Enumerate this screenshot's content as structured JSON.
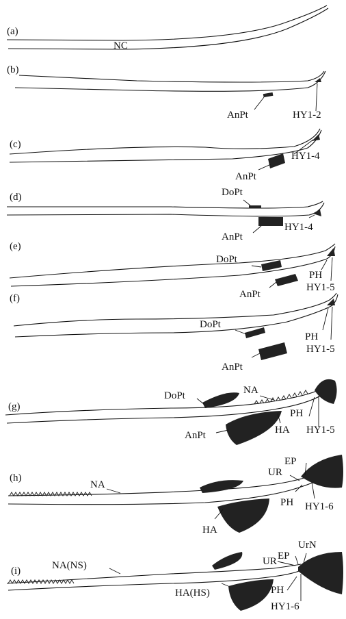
{
  "panels": [
    {
      "id": "a",
      "letter": "(a)",
      "labels": {
        "nc": "NC"
      }
    },
    {
      "id": "b",
      "letter": "(b)",
      "labels": {
        "anpt": "AnPt",
        "hy": "HY1-2"
      }
    },
    {
      "id": "c",
      "letter": "(c)",
      "labels": {
        "anpt": "AnPt",
        "hy": "HY1-4"
      }
    },
    {
      "id": "d",
      "letter": "(d)",
      "labels": {
        "dopt": "DoPt",
        "anpt": "AnPt",
        "hy": "HY1-4"
      }
    },
    {
      "id": "e",
      "letter": "(e)",
      "labels": {
        "dopt": "DoPt",
        "anpt": "AnPt",
        "ph": "PH",
        "hy": "HY1-5"
      }
    },
    {
      "id": "f",
      "letter": "(f)",
      "labels": {
        "dopt": "DoPt",
        "anpt": "AnPt",
        "ph": "PH",
        "hy": "HY1-5"
      }
    },
    {
      "id": "g",
      "letter": "(g)",
      "labels": {
        "dopt": "DoPt",
        "na": "NA",
        "anpt": "AnPt",
        "ha": "HA",
        "ph": "PH",
        "hy": "HY1-5"
      }
    },
    {
      "id": "h",
      "letter": "(h)",
      "labels": {
        "na": "NA",
        "ha": "HA",
        "ur": "UR",
        "ep": "EP",
        "ph": "PH",
        "hy": "HY1-6"
      }
    },
    {
      "id": "i",
      "letter": "(i)",
      "labels": {
        "na": "NA(NS)",
        "ha": "HA(HS)",
        "ur": "UR",
        "ep": "EP",
        "urn": "UrN",
        "ph": "PH",
        "hy": "HY1-6"
      }
    }
  ]
}
